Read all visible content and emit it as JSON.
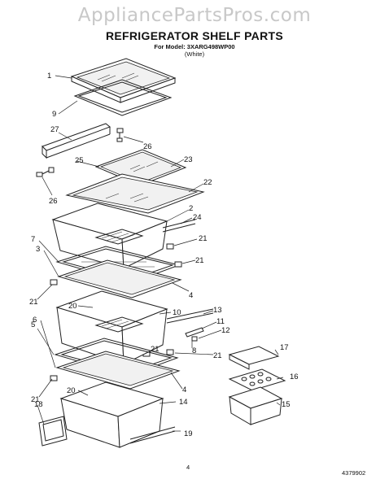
{
  "watermark": "AppliancePartsPros.com",
  "header": {
    "title": "REFRIGERATOR SHELF PARTS",
    "model_line": "For Model: 3XARG498WP00",
    "color_line": "(White)"
  },
  "callouts": [
    "1",
    "9",
    "27",
    "26",
    "25",
    "23",
    "26",
    "22",
    "2",
    "24",
    "21",
    "7",
    "3",
    "21",
    "4",
    "21",
    "20",
    "10",
    "13",
    "5",
    "6",
    "11",
    "12",
    "8",
    "21",
    "21",
    "17",
    "16",
    "4",
    "15",
    "20",
    "14",
    "21",
    "18",
    "19"
  ],
  "footer": {
    "page_number": "4",
    "doc_code": "4379902"
  }
}
